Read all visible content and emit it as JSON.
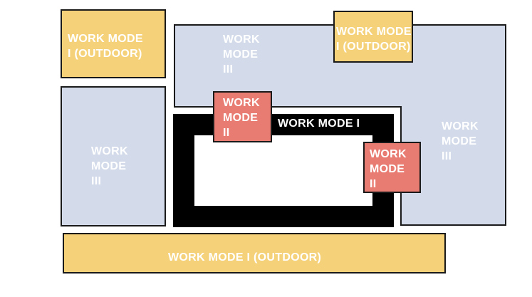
{
  "colors": {
    "outdoor": "#f5d27a",
    "mode3": "#d3dbea",
    "mode2": "#e97c72",
    "mode1": "#000000",
    "border": "#1a1a1a",
    "text_light": "#ffffff"
  },
  "zones": {
    "outdoor_top_left": "WORK MODE\nI (OUTDOOR)",
    "mode3_left": "WORK\nMODE\nIII",
    "mode3_top": "WORK\nMODE\nIII",
    "outdoor_top_right": "WORK MODE\nI (OUTDOOR)",
    "mode2_left": "WORK\nMODE\nII",
    "mode1_ring": "WORK MODE I",
    "mode2_right": "WORK\nMODE\nII",
    "mode3_right": "WORK\nMODE\nIII",
    "outdoor_bottom": "WORK MODE I (OUTDOOR)"
  }
}
